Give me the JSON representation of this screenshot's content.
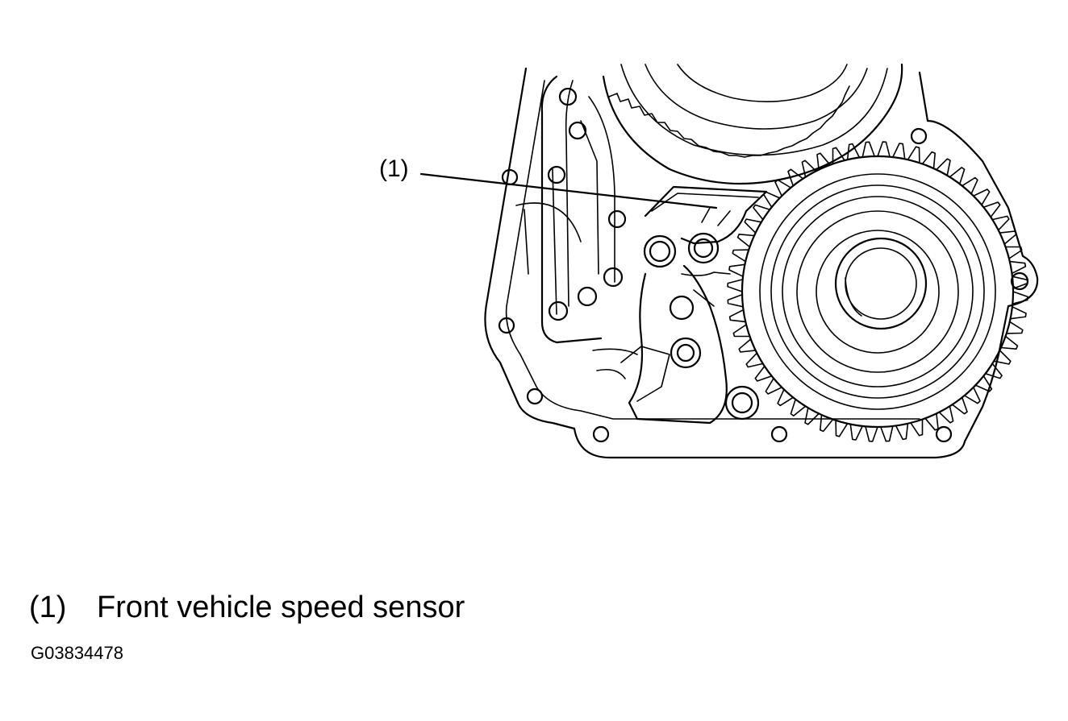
{
  "callout": {
    "label": "(1)"
  },
  "legend": [
    {
      "number": "(1)",
      "text": "Front vehicle speed sensor"
    }
  ],
  "figure_id": "G03834478",
  "colors": {
    "ink": "#000000",
    "background": "#ffffff"
  }
}
